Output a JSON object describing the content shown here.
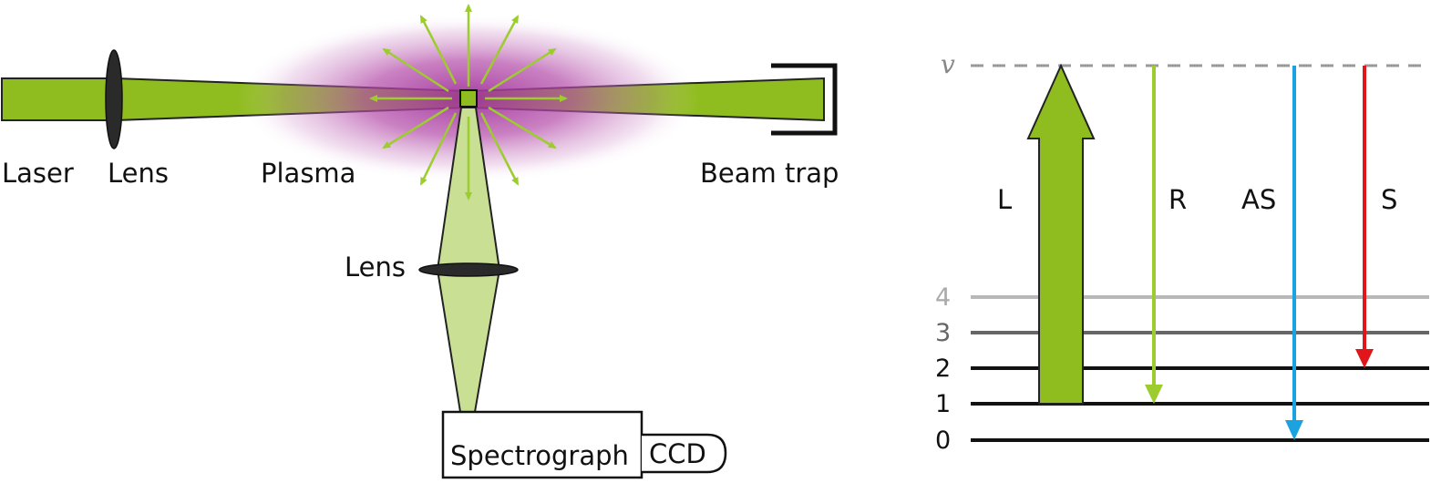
{
  "setup": {
    "laser_label": "Laser",
    "lens1_label": "Lens",
    "plasma_label": "Plasma",
    "beamtrap_label": "Beam trap",
    "lens2_label": "Lens",
    "spectrograph_label": "Spectrograph",
    "ccd_label": "CCD"
  },
  "energy_diagram": {
    "virtual_level_label": "v",
    "levels": [
      "0",
      "1",
      "2",
      "3",
      "4"
    ],
    "transitions": [
      {
        "label": "L",
        "color": "#8fbc1e"
      },
      {
        "label": "R",
        "color": "#9ccc2e"
      },
      {
        "label": "AS",
        "color": "#1aa3e0"
      },
      {
        "label": "S",
        "color": "#e0161b"
      }
    ]
  },
  "colors": {
    "laser_green": "#8fbc1e",
    "light_green": "#c8df94",
    "plasma_purple": "#a0329a",
    "lens_dark": "#2a2a2a"
  }
}
